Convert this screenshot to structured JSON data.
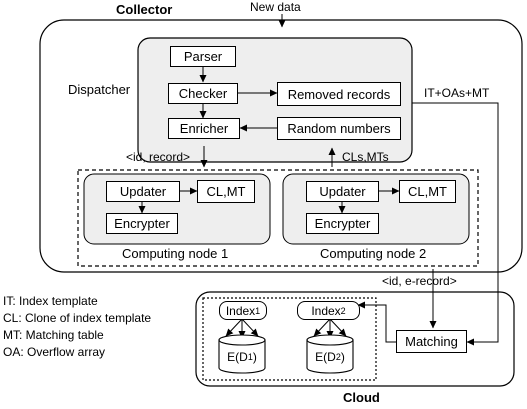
{
  "collector_title": "Collector",
  "new_data_label": "New data",
  "dispatcher_label": "Dispatcher",
  "parser": "Parser",
  "checker": "Checker",
  "enricher": "Enricher",
  "removed_records": "Removed records",
  "random_numbers": "Random numbers",
  "it_oas_mt": "IT+OAs+MT",
  "id_record": "<id, record>",
  "cls_mts": "CLs,MTs",
  "node1": {
    "updater": "Updater",
    "cl_mt": "CL,MT",
    "encrypter": "Encrypter",
    "caption": "Computing node 1"
  },
  "node2": {
    "updater": "Updater",
    "cl_mt": "CL,MT",
    "encrypter": "Encrypter",
    "caption": "Computing node 2"
  },
  "id_erecord": "<id, e-record>",
  "legend": [
    "IT: Index template",
    "CL: Clone of index template",
    "MT: Matching table",
    "OA: Overflow array"
  ],
  "index1": {
    "base": "Index",
    "sub": "1"
  },
  "index2": {
    "base": "Index",
    "sub": "2"
  },
  "ed1": {
    "pre": "E(D",
    "sub": "1",
    "post": ")"
  },
  "ed2": {
    "pre": "E(D",
    "sub": "2",
    "post": ")"
  },
  "matching": "Matching",
  "cloud_title": "Cloud"
}
